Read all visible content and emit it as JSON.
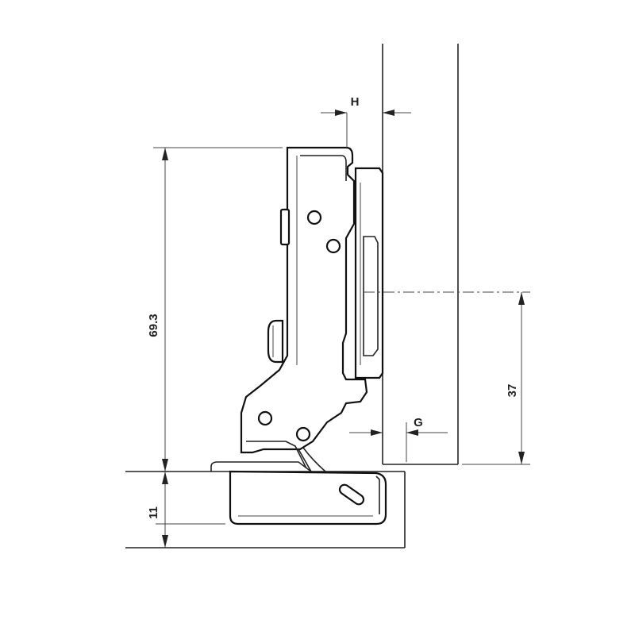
{
  "diagram": {
    "labels": {
      "h": "H",
      "g": "G",
      "dim_height": "69.3",
      "dim_cup": "11",
      "dim_door": "37"
    },
    "colors": {
      "line": "#222222",
      "background": "#ffffff"
    }
  }
}
